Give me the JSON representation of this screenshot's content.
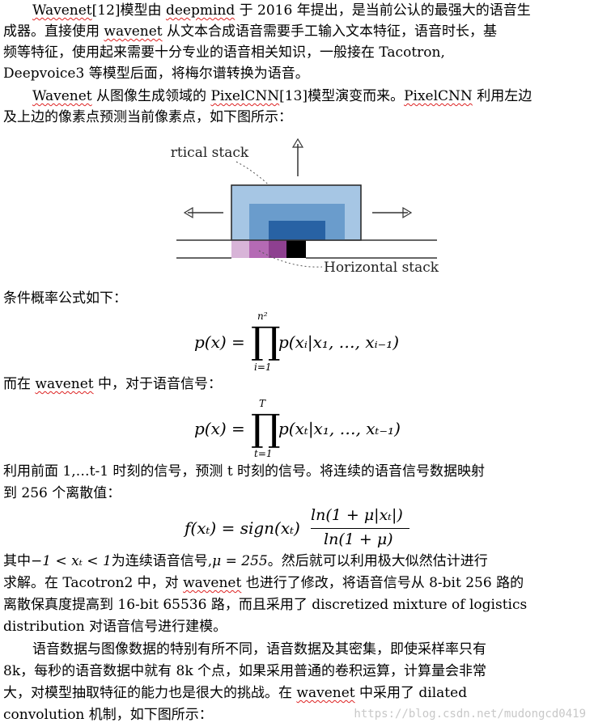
{
  "paragraphs": {
    "p1_l1": [
      "Wavenet",
      "[12]模型由 ",
      "deepmind",
      " 于 2016 年提出，是当前公认的最强大的语音生"
    ],
    "p1_l2": [
      "成器。直接使用 ",
      "wavenet",
      " 从文本合成语音需要手工输入文本特征，语音时长，基"
    ],
    "p1_l3": "频等特征，使用起来需要十分专业的语音相关知识，一般接在 Tacotron,",
    "p1_l4": "Deepvoice3 等模型后面，将梅尔谱转换为语音。",
    "p2_l1": [
      "Wavenet",
      " 从图像生成领域的 ",
      "PixelCNN",
      "[13]模型演变而来。",
      "PixelCNN",
      " 利用左边"
    ],
    "p2_l2": "及上边的像素点预测当前像素点，如下图所示：",
    "cond_prob": "条件概率公式如下：",
    "in_wavenet": [
      "而在 ",
      "wavenet",
      " 中，对于语音信号："
    ],
    "p3_l1": "利用前面 1,…t-1 时刻的信号，预测 t 时刻的信号。将连续的语音信号数据映射",
    "p3_l2": "到 256 个离散值：",
    "p4_l1_pre": "其中",
    "p4_l1_post": "为连续语音信号,",
    "p4_l1_end": "。然后就可以利用极大似然估计进行",
    "p4_l2": [
      "求解。在 Tacotron2 中，对 ",
      "wavenet",
      " 也进行了修改，将语音信号从 8-bit 256 路的"
    ],
    "p4_l3": "离散保真度提高到 16-bit 65536 路，而且采用了 discretized mixture of logistics",
    "p4_l4": "distribution 对语音信号进行建模。",
    "p5_l1": "语音数据与图像数据的特别有所不同，语音数据及其密集，即使采样率只有",
    "p5_l2": "8k，每秒的语音数据中就有 8k 个点，如果采用普通的卷积运算，计算量会非常",
    "p5_l3": [
      "大，对模型抽取特征的能力也是很大的挑战。在 ",
      "wavenet",
      " 中采用了 dilated"
    ],
    "p5_l4": "convolution 机制，如下图所示："
  },
  "figure": {
    "vertical_label": "Vertical stack",
    "horizontal_label": "Horizontal stack",
    "colors": {
      "outer": "#9ec0e0",
      "mid": "#5b8ec2",
      "inner": "#2460a0",
      "h1": "#d6b0d6",
      "h2": "#b062b0",
      "h3": "#8a3c8a",
      "h4": "#000000"
    }
  },
  "equations": {
    "eq1": {
      "lhs": "p(x) =",
      "upper": "n²",
      "lower": "i=1",
      "rhs": "p(xᵢ|x₁, …, xᵢ₋₁)"
    },
    "eq2": {
      "lhs": "p(x) =",
      "upper": "T",
      "lower": "t=1",
      "rhs": "p(xₜ|x₁, …, xₜ₋₁)"
    },
    "eq3": {
      "lhs": "f(xₜ) = sign(xₜ)",
      "num": "ln(1 + μ|xₜ|)",
      "den": "ln(1 + μ)"
    },
    "inline1": "−1 < xₜ < 1",
    "inline2": "μ = 255"
  },
  "watermark": "https://blog.csdn.net/mudongcd0419"
}
